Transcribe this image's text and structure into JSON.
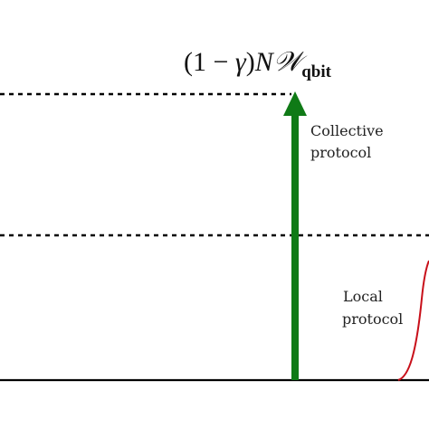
{
  "diagram": {
    "formula": {
      "open_paren": "(",
      "one_minus": "1 − ",
      "gamma": "γ",
      "close_paren": ")",
      "NW": "N𝒲",
      "subscript": "qbit"
    },
    "collective_label": {
      "line1": "Collective",
      "line2": "protocol"
    },
    "local_label": {
      "line1": "Local",
      "line2": "protocol"
    },
    "colors": {
      "collective_arrow": "#0f7a16",
      "local_curve": "#c8101a",
      "axis": "#000000",
      "dashed": "#000000"
    }
  }
}
